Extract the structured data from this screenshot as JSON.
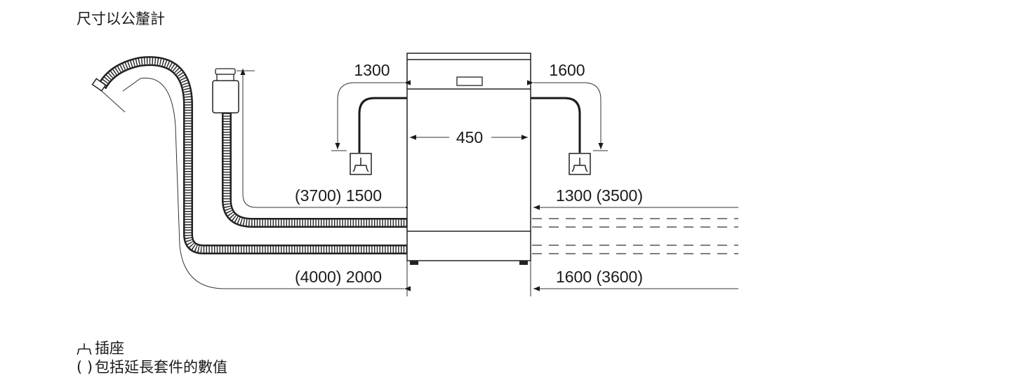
{
  "title": "尺寸以公釐計",
  "dimensions": {
    "left_socket_cable": "1300",
    "right_socket_cable": "1600",
    "appliance_width": "450",
    "left_inlet_hose": "(3700) 1500",
    "right_inlet_hose": "1300 (3500)",
    "left_drain_hose": "(4000) 2000",
    "right_drain_hose": "1600 (3600)"
  },
  "legend": {
    "socket_symbol_name": "socket-icon",
    "socket_label": "插座",
    "paren_symbol": "( )",
    "paren_label": "包括延長套件的數值"
  },
  "colors": {
    "line": "#1a1a1a",
    "hose": "#222222",
    "thin": "#333333"
  }
}
